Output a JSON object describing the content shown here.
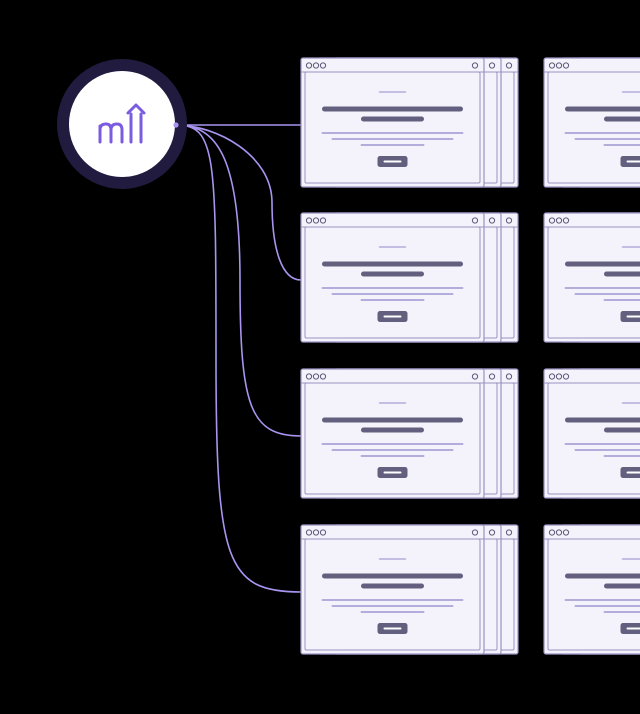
{
  "colors": {
    "background": "#000000",
    "logo_ring": "#211b3f",
    "logo_fill": "#ffffff",
    "logo_accent": "#7b5ce0",
    "connector": "#a994f0",
    "window_fill": "#f4f2fb",
    "window_border": "#9a93c2",
    "heading_bar": "#62607e",
    "text_line": "#b3addb",
    "button_fill": "#62607e",
    "button_inner": "#ffffff"
  },
  "logo": {
    "icon": "ml-growth-logo-icon"
  },
  "connector_icon": "connector-line",
  "grid": {
    "rows": 4,
    "columns": 2,
    "stack_depth": 3,
    "window_icon": "browser-window-mockup-icon",
    "window_controls": "three-dot-window-controls-icon"
  }
}
